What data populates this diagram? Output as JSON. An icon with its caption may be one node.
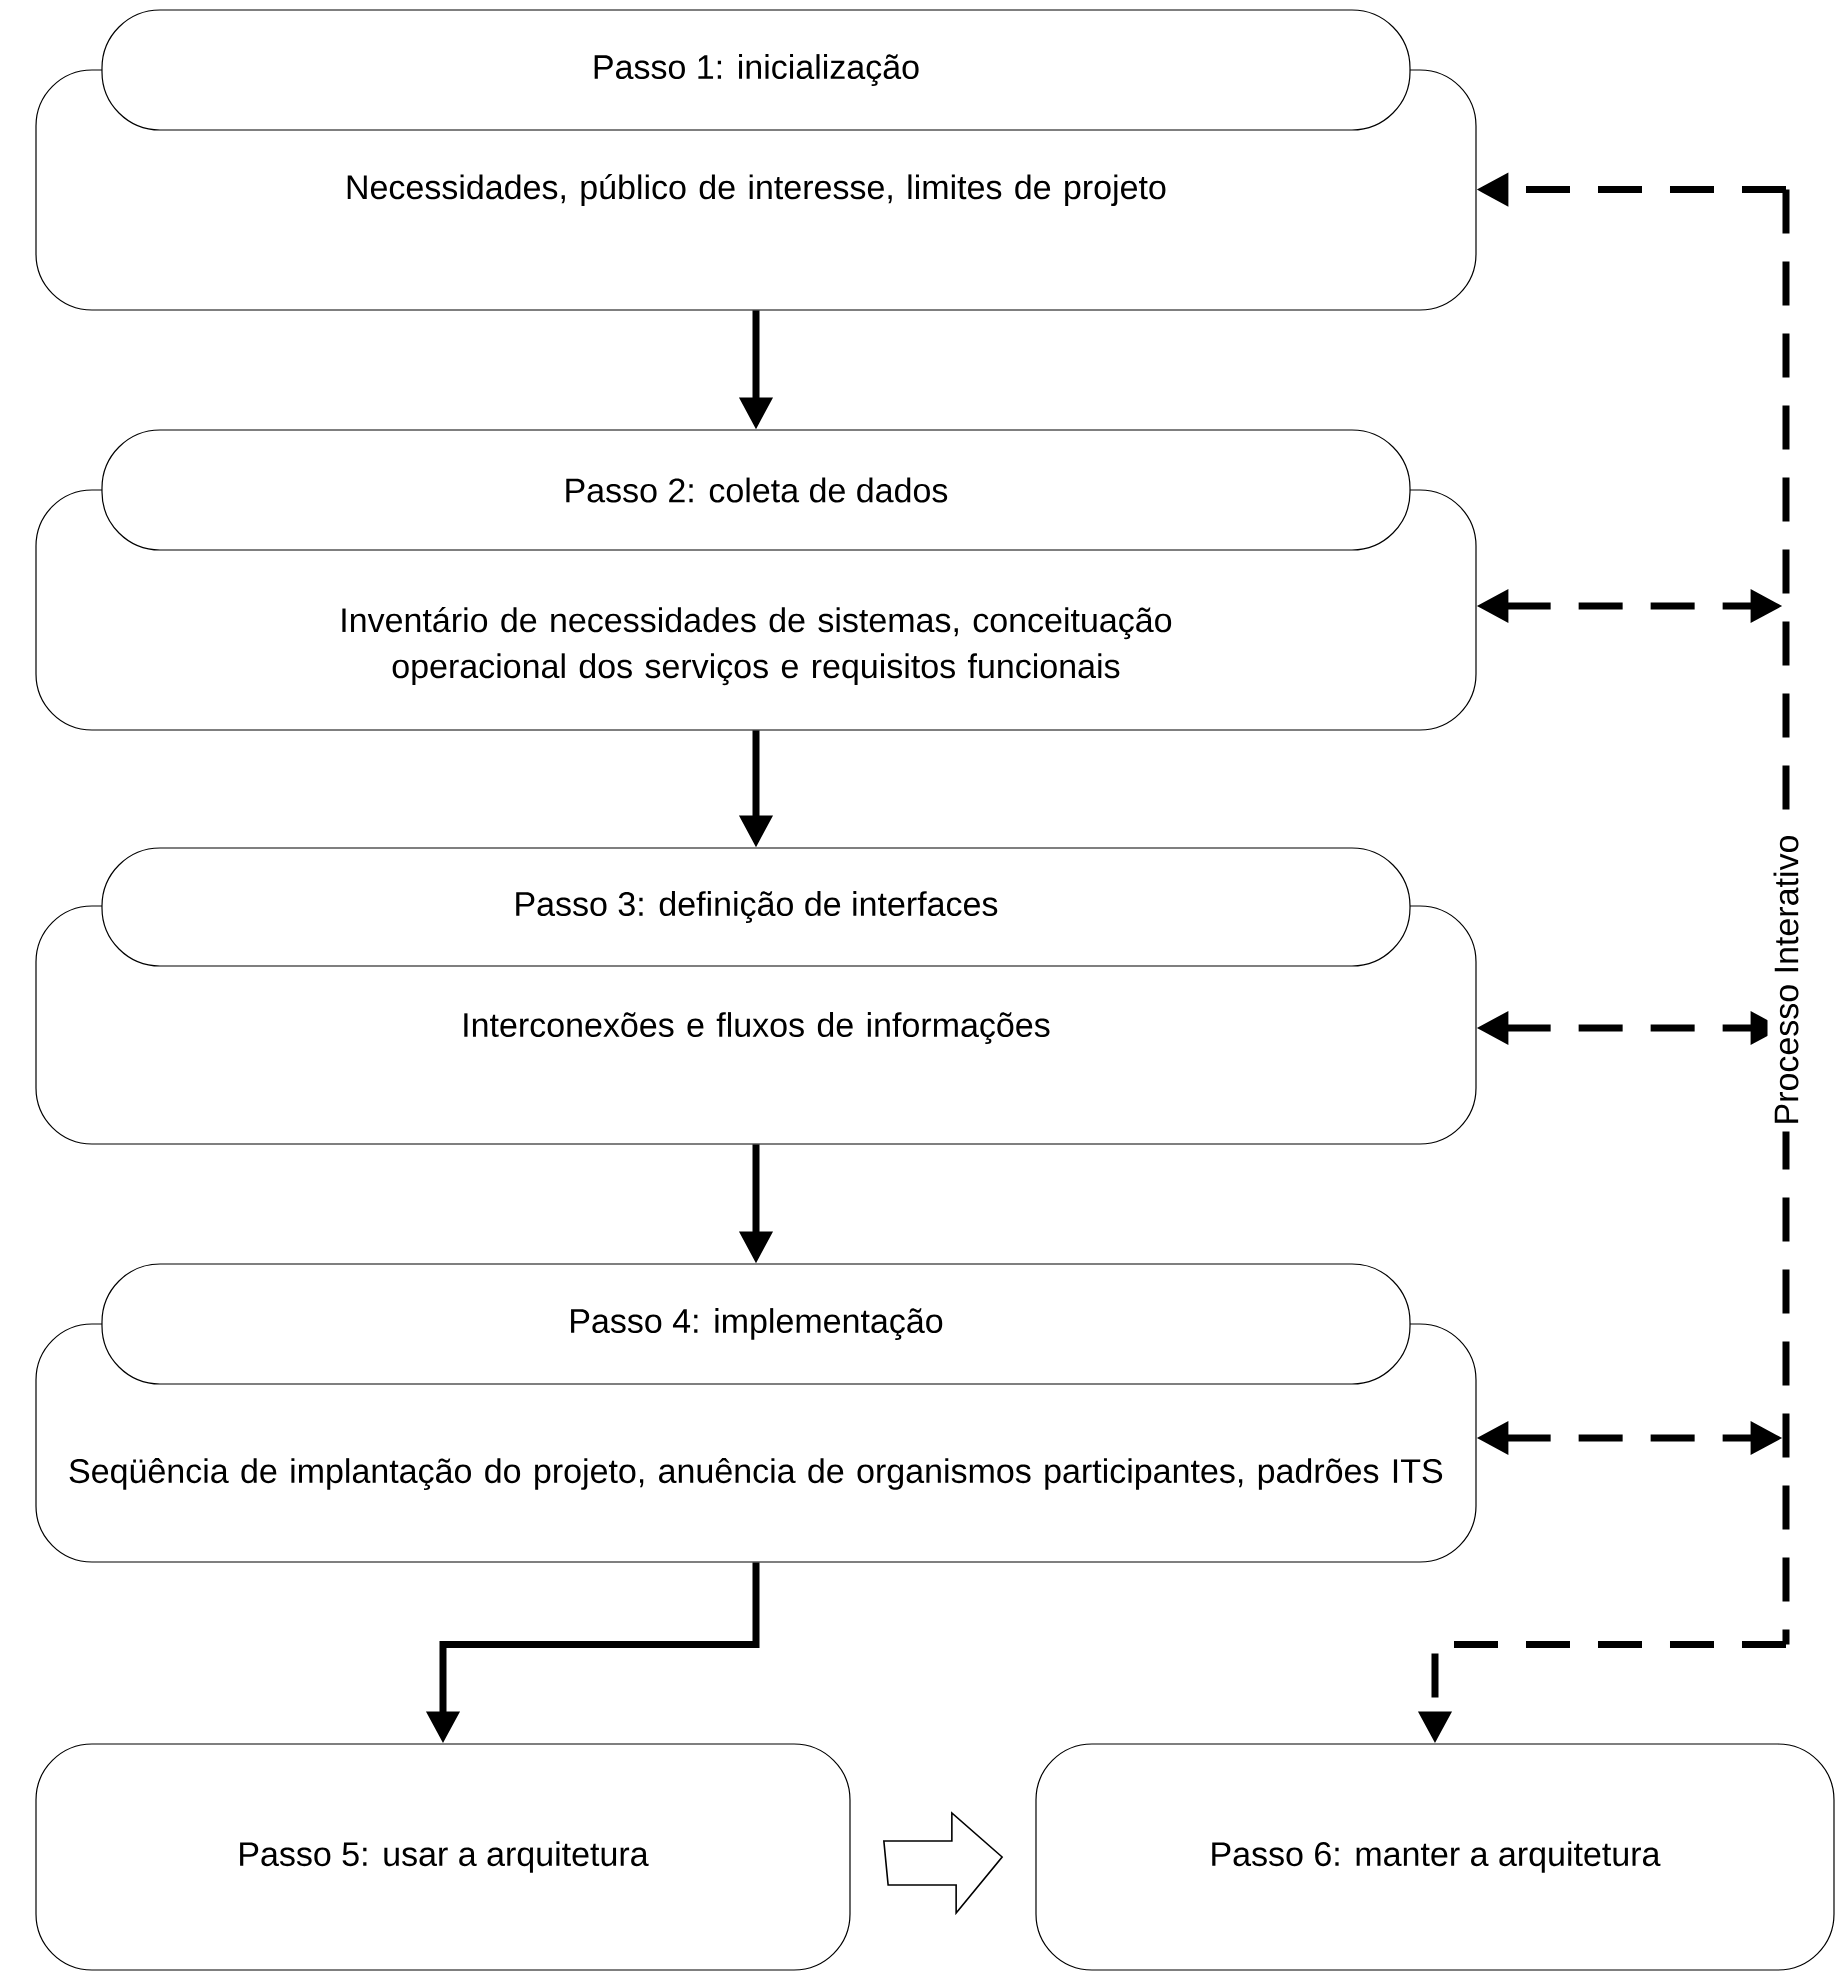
{
  "diagram": {
    "nodes": [
      {
        "text": [
          "Passo 1: inicialização",
          "Necessidades, público de interesse, limites de projeto"
        ]
      },
      {
        "text": [
          "Passo 2: coleta de dados",
          "Inventário de necessidades de sistemas, conceituação operacional dos serviços e requisitos funcionais"
        ]
      },
      {
        "text": [
          "Passo 3: definição de interfaces",
          "Interconexões e fluxos de informações"
        ]
      },
      {
        "text": [
          "Passo 4: implementação",
          "Seqüência de implantação do projeto, anuência de organismos participantes, padrões ITS"
        ]
      },
      {
        "text": [
          "Passo 5: usar a arquitetura"
        ]
      },
      {
        "text": [
          "Passo 6: manter a arquitetura"
        ]
      },
      {
        "text": [],
        "shape": "bar"
      }
    ],
    "edges": [
      {
        "from": 0,
        "to": 1,
        "arrow": "to"
      },
      {
        "from": 1,
        "to": 2,
        "arrow": "to"
      },
      {
        "from": 2,
        "to": 3,
        "arrow": "to"
      },
      {
        "from": 3,
        "to": 4,
        "arrow": "to"
      },
      {
        "from": 4,
        "to": 5,
        "arrow": "to"
      },
      {
        "from": 6,
        "to": 0,
        "arrow": "to",
        "style": "dashed"
      },
      {
        "from": 1,
        "to": 6,
        "arrow": "both",
        "style": "dashed"
      },
      {
        "from": 2,
        "to": 6,
        "arrow": "both",
        "style": "dashed"
      },
      {
        "from": 3,
        "to": 6,
        "arrow": "both",
        "style": "dashed"
      },
      {
        "from": 6,
        "to": 5,
        "arrow": "to",
        "style": "dashed"
      }
    ],
    "labels": [
      "Processo Interativo"
    ]
  }
}
